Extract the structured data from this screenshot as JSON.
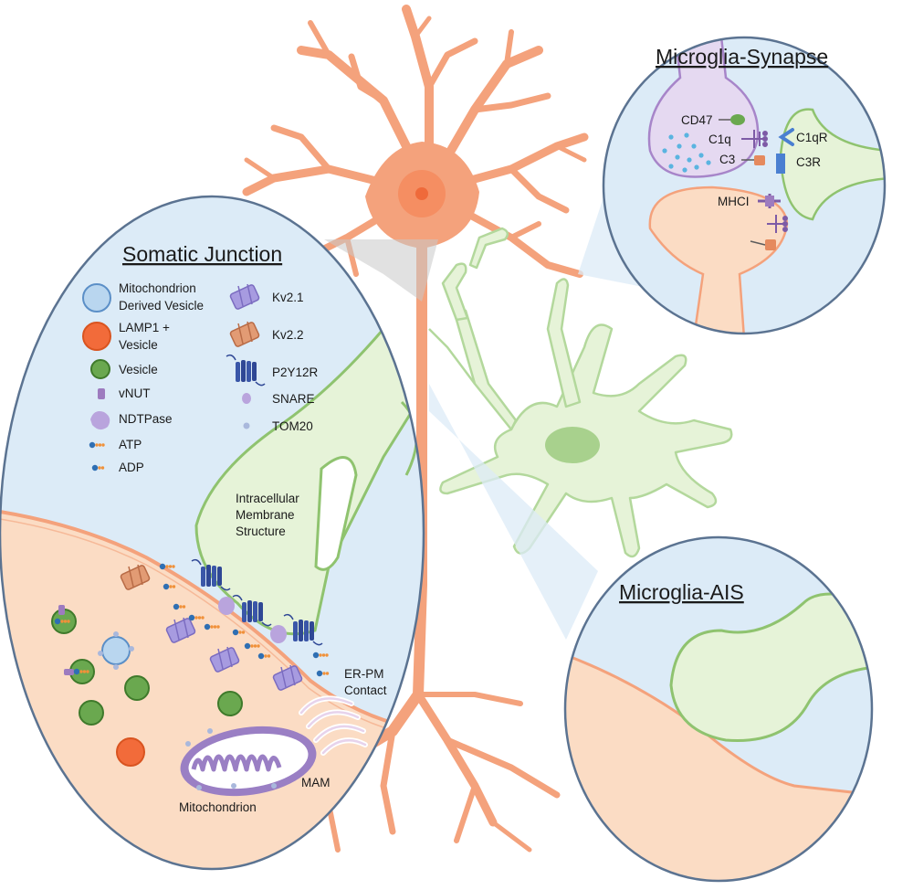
{
  "colors": {
    "neuron": "#f4a27c",
    "neuron_fill": "#fbdcc4",
    "microglia_stroke": "#a8d18d",
    "microglia_fill": "#e6f3d8",
    "panel_bg": "#dcebf7",
    "panel_stroke": "#5b7391",
    "vesicle_blue": "#b9d6ef",
    "vesicle_orange": "#f26b3a",
    "vesicle_green": "#6aa84f",
    "channel_purple": "#9b8fd0",
    "channel_orange": "#d98b66",
    "p2y12r_blue": "#3a56a8",
    "mito_purple": "#9a7fc4"
  },
  "panels": {
    "somatic": {
      "title": "Somatic Junction"
    },
    "synapse": {
      "title": "Microglia-Synapse"
    },
    "ais": {
      "title": "Microglia-AIS"
    }
  },
  "legend_left": [
    {
      "icon": "mito-derived-vesicle-icon",
      "line1": "Mitochondrion",
      "line2": "Derived Vesicle"
    },
    {
      "icon": "lamp1-vesicle-icon",
      "line1": "LAMP1 +",
      "line2": "Vesicle"
    },
    {
      "icon": "vesicle-icon",
      "line1": "Vesicle"
    },
    {
      "icon": "vnut-icon",
      "line1": "vNUT"
    },
    {
      "icon": "ndtpase-icon",
      "line1": "NDTPase"
    },
    {
      "icon": "atp-icon",
      "line1": "ATP"
    },
    {
      "icon": "adp-icon",
      "line1": "ADP"
    }
  ],
  "legend_right": [
    {
      "icon": "kv21-icon",
      "label": "Kv2.1"
    },
    {
      "icon": "kv22-icon",
      "label": "Kv2.2"
    },
    {
      "icon": "p2y12r-icon",
      "label": "P2Y12R"
    },
    {
      "icon": "snare-icon",
      "label": "SNARE"
    },
    {
      "icon": "tom20-icon",
      "label": "TOM20"
    }
  ],
  "somatic_labels": {
    "imm_line1": "Intracellular",
    "imm_line2": "Membrane",
    "imm_line3": "Structure",
    "erpm_line1": "ER-PM",
    "erpm_line2": "Contact",
    "mam": "MAM",
    "mitochondrion": "Mitochondrion"
  },
  "synapse_labels": {
    "cd47": "CD47",
    "c1q": "C1q",
    "c3": "C3",
    "c1qr": "C1qR",
    "c3r": "C3R",
    "mhci": "MHCI"
  }
}
